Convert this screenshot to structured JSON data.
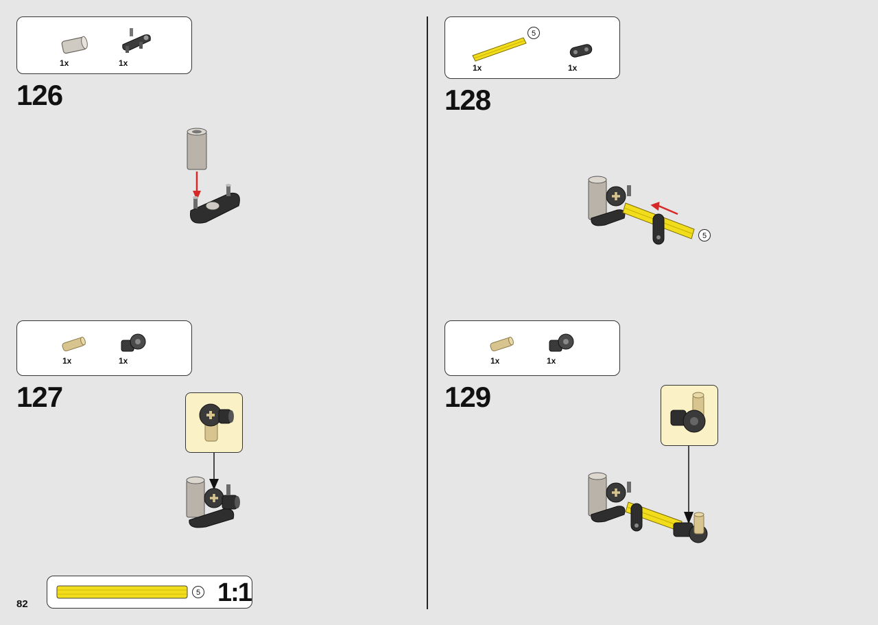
{
  "page": {
    "number": "82"
  },
  "steps": [
    {
      "number": "126",
      "parts": [
        {
          "qty": "1x",
          "icon": "grey-pipe-bush-icon"
        },
        {
          "qty": "1x",
          "icon": "black-double-pin-plate-icon"
        }
      ]
    },
    {
      "number": "127",
      "parts": [
        {
          "qty": "1x",
          "icon": "tan-axle-pin-icon"
        },
        {
          "qty": "1x",
          "icon": "black-cross-block-icon"
        }
      ]
    },
    {
      "number": "128",
      "parts": [
        {
          "qty": "1x",
          "icon": "yellow-axle-icon",
          "length": "5"
        },
        {
          "qty": "1x",
          "icon": "black-beam-icon"
        }
      ]
    },
    {
      "number": "129",
      "parts": [
        {
          "qty": "1x",
          "icon": "tan-axle-pin-icon"
        },
        {
          "qty": "1x",
          "icon": "black-cross-block-icon"
        }
      ]
    }
  ],
  "ruler": {
    "axle_length": "5",
    "scale": "1:1"
  },
  "step128_axle_label": "5",
  "colors": {
    "background": "#e6e6e6",
    "callout": "#fbf1c7",
    "axle_yellow": "#f2dd1c",
    "arrow_red": "#d62828"
  }
}
